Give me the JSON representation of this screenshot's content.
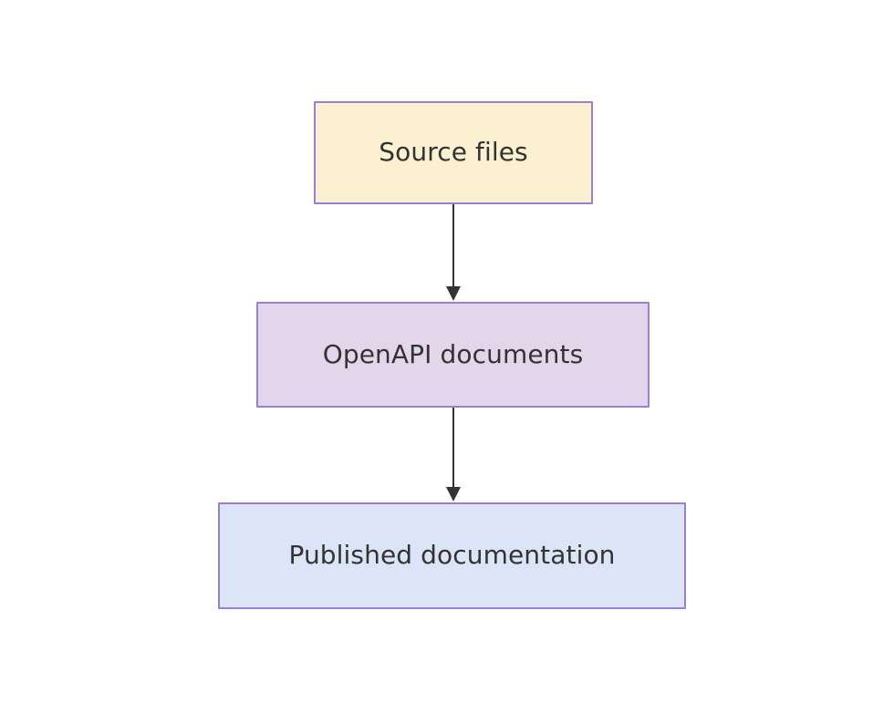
{
  "diagram": {
    "type": "flowchart",
    "direction": "top-to-bottom",
    "background_color": "#ffffff",
    "node_border_color": "#9a7fd8",
    "node_text_color": "#333333",
    "edge_color": "#333333",
    "nodes": [
      {
        "id": "source-files",
        "label": "Source files",
        "fill_color": "#fbf0d0"
      },
      {
        "id": "openapi-documents",
        "label": "OpenAPI documents",
        "fill_color": "#e3d6eb"
      },
      {
        "id": "published-documentation",
        "label": "Published documentation",
        "fill_color": "#dce4f7"
      }
    ],
    "edges": [
      {
        "id": "source-files-to-openapi-documents",
        "from": "source-files",
        "to": "openapi-documents",
        "label": "",
        "arrowhead": "filled-triangle"
      },
      {
        "id": "openapi-documents-to-published-documentation",
        "from": "openapi-documents",
        "to": "published-documentation",
        "label": "",
        "arrowhead": "filled-triangle"
      }
    ]
  }
}
